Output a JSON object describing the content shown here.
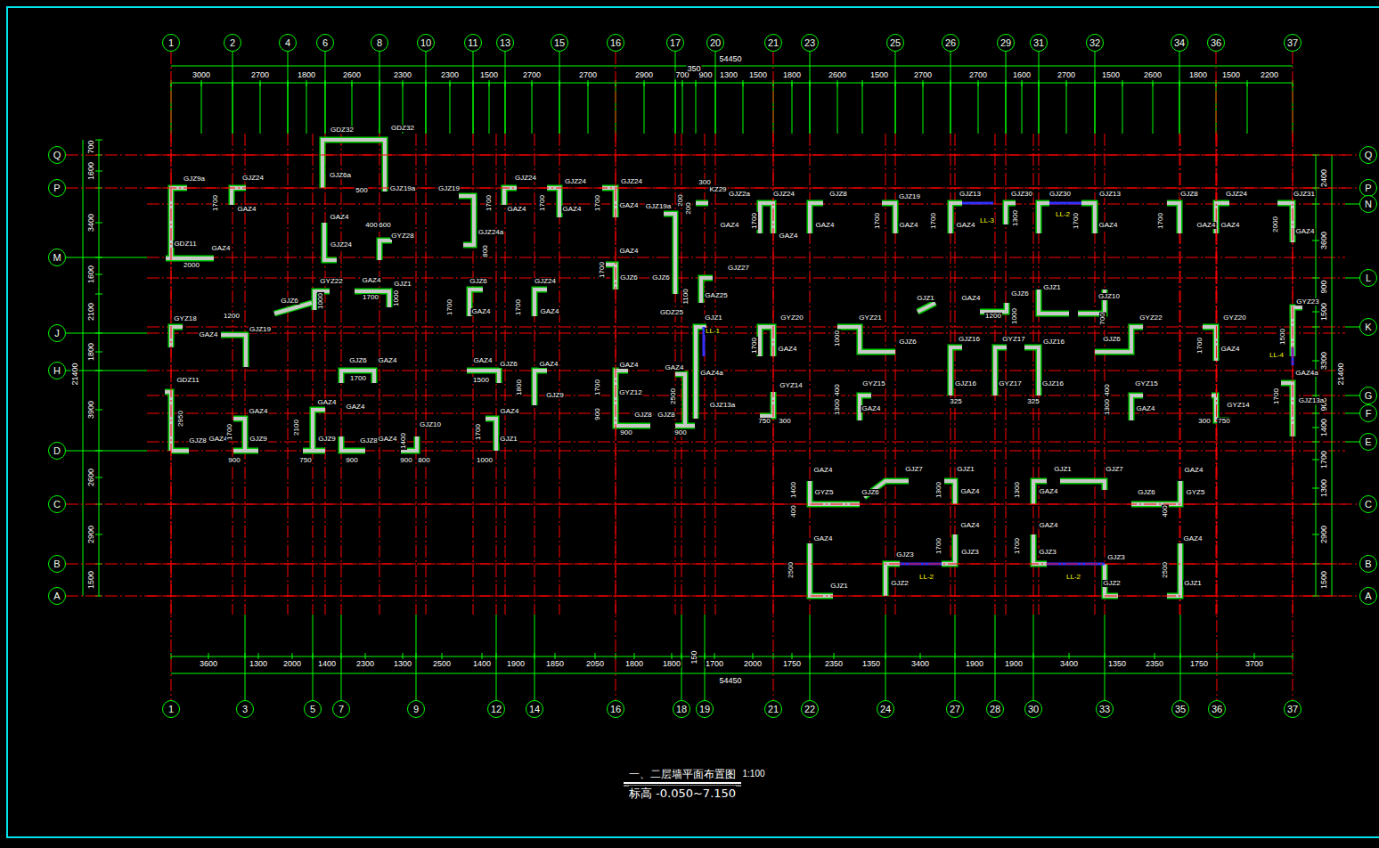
{
  "diagram": {
    "title": "一、二层墙平面布置图",
    "caption": "标高 -0.050~7.150",
    "nodes": [
      {
        "text": [
          "1"
        ]
      },
      {
        "text": [
          "2"
        ]
      },
      {
        "text": [
          "4"
        ]
      },
      {
        "text": [
          "6"
        ]
      },
      {
        "text": [
          "8"
        ]
      },
      {
        "text": [
          "10"
        ]
      },
      {
        "text": [
          "11"
        ]
      },
      {
        "text": [
          "13"
        ]
      },
      {
        "text": [
          "15"
        ]
      },
      {
        "text": [
          "16"
        ]
      },
      {
        "text": [
          "17"
        ]
      },
      {
        "text": [
          "20"
        ]
      },
      {
        "text": [
          "21"
        ]
      },
      {
        "text": [
          "23"
        ]
      },
      {
        "text": [
          "25"
        ]
      },
      {
        "text": [
          "26"
        ]
      },
      {
        "text": [
          "29"
        ]
      },
      {
        "text": [
          "31"
        ]
      },
      {
        "text": [
          "32"
        ]
      },
      {
        "text": [
          "34"
        ]
      },
      {
        "text": [
          "36"
        ]
      },
      {
        "text": [
          "37"
        ]
      },
      {
        "text": [
          "1"
        ]
      },
      {
        "text": [
          "3"
        ]
      },
      {
        "text": [
          "5"
        ]
      },
      {
        "text": [
          "7"
        ]
      },
      {
        "text": [
          "9"
        ]
      },
      {
        "text": [
          "12"
        ]
      },
      {
        "text": [
          "14"
        ]
      },
      {
        "text": [
          "16"
        ]
      },
      {
        "text": [
          "18"
        ]
      },
      {
        "text": [
          "19"
        ]
      },
      {
        "text": [
          "21"
        ]
      },
      {
        "text": [
          "22"
        ]
      },
      {
        "text": [
          "24"
        ]
      },
      {
        "text": [
          "27"
        ]
      },
      {
        "text": [
          "28"
        ]
      },
      {
        "text": [
          "30"
        ]
      },
      {
        "text": [
          "33"
        ]
      },
      {
        "text": [
          "35"
        ]
      },
      {
        "text": [
          "36"
        ]
      },
      {
        "text": [
          "37"
        ]
      },
      {
        "text": [
          "Q"
        ]
      },
      {
        "text": [
          "P"
        ]
      },
      {
        "text": [
          "M"
        ]
      },
      {
        "text": [
          "J"
        ]
      },
      {
        "text": [
          "H"
        ]
      },
      {
        "text": [
          "D"
        ]
      },
      {
        "text": [
          "C"
        ]
      },
      {
        "text": [
          "B"
        ]
      },
      {
        "text": [
          "A"
        ]
      },
      {
        "text": [
          "Q"
        ]
      },
      {
        "text": [
          "P"
        ]
      },
      {
        "text": [
          "N"
        ]
      },
      {
        "text": [
          "L"
        ]
      },
      {
        "text": [
          "K"
        ]
      },
      {
        "text": [
          "G"
        ]
      },
      {
        "text": [
          "F"
        ]
      },
      {
        "text": [
          "E"
        ]
      },
      {
        "text": [
          "C"
        ]
      },
      {
        "text": [
          "B"
        ]
      },
      {
        "text": [
          "A"
        ]
      }
    ],
    "edges": [
      {
        "from": 0,
        "to": 22,
        "arrow": "none"
      },
      {
        "from": 9,
        "to": 29,
        "arrow": "none"
      },
      {
        "from": 12,
        "to": 32,
        "arrow": "none"
      },
      {
        "from": 20,
        "to": 40,
        "arrow": "none"
      },
      {
        "from": 21,
        "to": 41,
        "arrow": "none"
      },
      {
        "from": 42,
        "to": 51,
        "arrow": "none"
      },
      {
        "from": 43,
        "to": 52,
        "arrow": "none"
      },
      {
        "from": 48,
        "to": 59,
        "arrow": "none"
      },
      {
        "from": 49,
        "to": 60,
        "arrow": "none"
      },
      {
        "from": 50,
        "to": 61,
        "arrow": "none"
      }
    ],
    "labels": [
      "3000",
      "2700",
      "1800",
      "2600",
      "2300",
      "2300",
      "1500",
      "2700",
      "2700",
      "2900",
      "700",
      "900",
      "1300",
      "1500",
      "1800",
      "2600",
      "1500",
      "2700",
      "2700",
      "1600",
      "2700",
      "1500",
      "2600",
      "1800",
      "1500",
      "2200",
      "350",
      "54450",
      "3600",
      "1300",
      "2000",
      "1400",
      "2300",
      "1300",
      "2500",
      "1400",
      "1900",
      "1850",
      "2050",
      "1800",
      "1800",
      "150",
      "1700",
      "2000",
      "1750",
      "2350",
      "1350",
      "3400",
      "1900",
      "1900",
      "3400",
      "1350",
      "2350",
      "1750",
      "3700",
      "54450",
      "700",
      "1600",
      "3400",
      "1600",
      "2100",
      "1800",
      "3900",
      "2600",
      "2900",
      "1500",
      "21400",
      "2400",
      "3600",
      "900",
      "1500",
      "3300",
      "900",
      "1400",
      "1700",
      "1300",
      "2900",
      "1500",
      "21400",
      "GDZ32",
      "GDZ32",
      "GJZ6a",
      "GJZ9a",
      "GJZ24",
      "GAZ4",
      "1700",
      "GDZ11",
      "GAZ4",
      "2000",
      "500",
      "GJZ19a",
      "GJZ19",
      "GAZ4",
      "GJZ24",
      "400",
      "600",
      "GYZ28",
      "GJZ24a",
      "800",
      "GJZ24",
      "1700",
      "GAZ4",
      "GJZ24",
      "1700",
      "GAZ4",
      "GJZ24",
      "1700",
      "GAZ4",
      "GJZ19a",
      "GAZ4",
      "1700",
      "GJZ6",
      "GJZ6",
      "1100",
      "GDZ25",
      "KZ29",
      "300",
      "200",
      "200",
      "GJZ2a",
      "GJZ27",
      "GAZ25",
      "GJZ1",
      "LL-1",
      "GAZ4a",
      "GJZ13a",
      "2500",
      "GJZ24",
      "GJZ8",
      "1700",
      "GAZ4",
      "GAZ4",
      "GAZ4",
      "GJZ19",
      "1700",
      "GAZ4",
      "GJZ13",
      "GJZ30",
      "GJZ30",
      "GJZ13",
      "LL-3",
      "LL-2",
      "1700",
      "1300",
      "1700",
      "GAZ4",
      "GAZ4",
      "GJZ8",
      "GJZ24",
      "1700",
      "GAZ4",
      "GAZ4",
      "GJZ31",
      "2000",
      "GAZ4",
      "GJZ6",
      "GYZ22",
      "GAZ4",
      "GJZ1",
      "1700",
      "1000",
      "1000",
      "GJZ6",
      "1700",
      "GAZ4",
      "GJZ24",
      "1700",
      "GAZ4",
      "GYZ18",
      "1200",
      "GAZ4",
      "GJZ19",
      "GDZ11",
      "2950",
      "GJZ8",
      "GAZ4",
      "GJZ9",
      "1700",
      "GAZ4",
      "900",
      "GJZ6",
      "GAZ4",
      "1700",
      "GAZ4",
      "GAZ4",
      "2100",
      "GJZ9",
      "GJZ8",
      "GAZ4",
      "1400",
      "GJZ10",
      "750",
      "900",
      "900",
      "800",
      "GAZ4",
      "GJZ6",
      "1500",
      "GAZ4",
      "1700",
      "GJZ1",
      "1000",
      "GAZ4",
      "1800",
      "GJZ9",
      "GAZ4",
      "1700",
      "GYZ12",
      "900",
      "GJZ8",
      "GJZ8",
      "GAZ4",
      "900",
      "900",
      "GYZ20",
      "1700",
      "GAZ4",
      "GYZ14",
      "750",
      "300",
      "GYZ21",
      "1000",
      "GJZ6",
      "GJZ1",
      "GAZ4",
      "GJZ6",
      "1200",
      "1000",
      "GJZ1",
      "GJZ10",
      "700",
      "GJZ16",
      "GYZ17",
      "GJZ16",
      "GJZ6",
      "GYZ22",
      "GJZ16",
      "GYZ17",
      "GJZ16",
      "325",
      "325",
      "400",
      "1300",
      "GYZ15",
      "GAZ4",
      "400",
      "1300",
      "GYZ15",
      "GAZ4",
      "GYZ20",
      "1700",
      "GAZ4",
      "GYZ14",
      "300",
      "750",
      "GYZ23",
      "1500",
      "LL-4",
      "GAZ4a",
      "1700",
      "GJZ13a",
      "GAZ4",
      "1400",
      "GYZ5",
      "400",
      "GJZ6",
      "GJZ7",
      "GJZ1",
      "1300",
      "GAZ4",
      "GJZ1",
      "GJZ7",
      "1300",
      "GAZ4",
      "GJZ6",
      "GYZ5",
      "GAZ4",
      "400",
      "GAZ4",
      "2500",
      "GJZ1",
      "GJZ3",
      "GJZ2",
      "LL-2",
      "GAZ4",
      "1700",
      "GJZ3",
      "GAZ4",
      "1700",
      "GJZ3",
      "LL-2",
      "GJZ3",
      "GJZ2",
      "GAZ4",
      "2500",
      "GJZ1",
      "1:100"
    ]
  }
}
